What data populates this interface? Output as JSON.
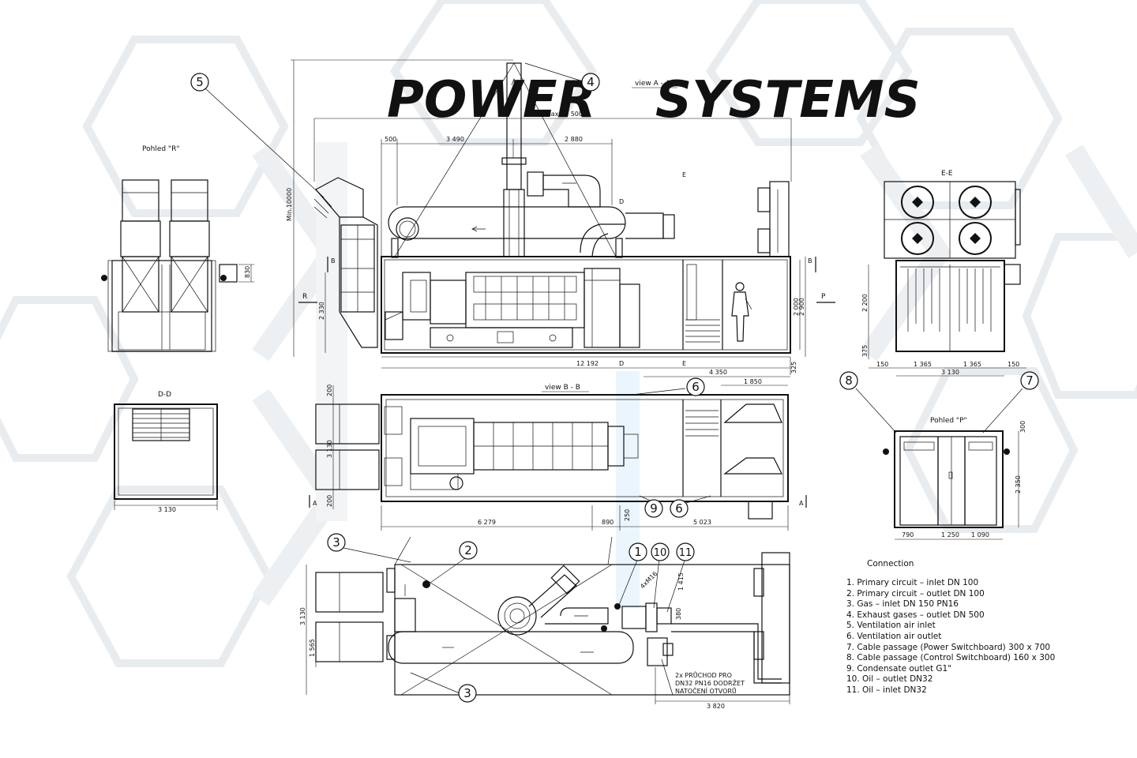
{
  "watermark": {
    "word1": "POWER",
    "word2": "SYSTEMS"
  },
  "views": {
    "view_aa": "view A - A",
    "view_bb": "view B - B",
    "pohled_r": "Pohled \"R\"",
    "pohled_p": "Pohled \"P\"",
    "dd": "D-D",
    "ee": "E-E"
  },
  "section_marks": {
    "a": "A",
    "b": "B",
    "d": "D",
    "e": "E",
    "r": "R",
    "p": "P"
  },
  "dimensions": {
    "max_length": "max.14 500",
    "height_min": "Min.10000",
    "d500": "500",
    "d3490": "3 490",
    "d2880": "2 880",
    "d12192": "12 192",
    "d4350": "4 350",
    "d2330": "2 330",
    "d2000": "2 000",
    "d2900": "2 900",
    "d325": "325",
    "d830": "830",
    "d3130": "3 130",
    "d1850": "1 850",
    "d200": "200",
    "d6279": "6 279",
    "d890": "890",
    "d250": "250",
    "d5023": "5 023",
    "d2200": "2 200",
    "d375": "375",
    "d150": "150",
    "d1365": "1 365",
    "d300": "300",
    "d2350": "2 350",
    "d790": "790",
    "d1250": "1 250",
    "d1090": "1 090",
    "d1565": "1 565",
    "d3820": "3 820",
    "d1415": "1 415",
    "d380": "380",
    "m16": "4xM16"
  },
  "callouts": [
    "1",
    "2",
    "3",
    "4",
    "5",
    "6",
    "7",
    "8",
    "9",
    "10",
    "11"
  ],
  "note": {
    "line1": "2x PRŮCHOD PRO",
    "line2": "DN32 PN16 DODRŽET",
    "line3": "NATOČENÍ OTVORŮ"
  },
  "legend": {
    "title": "Connection",
    "items": [
      "1. Primary circuit – inlet DN 100",
      "2. Primary circuit – outlet DN 100",
      "3. Gas – inlet DN 150 PN16",
      "4. Exhaust gases – outlet DN 500",
      "5. Ventilation air inlet",
      "6. Ventilation air outlet",
      "7. Cable passage (Power Switchboard) 300 x 700",
      "8. Cable passage (Control Switchboard) 160 x 300",
      "9. Condensate outlet G1\"",
      "10. Oil – outlet DN32",
      "11. Oil – inlet DN32"
    ]
  }
}
